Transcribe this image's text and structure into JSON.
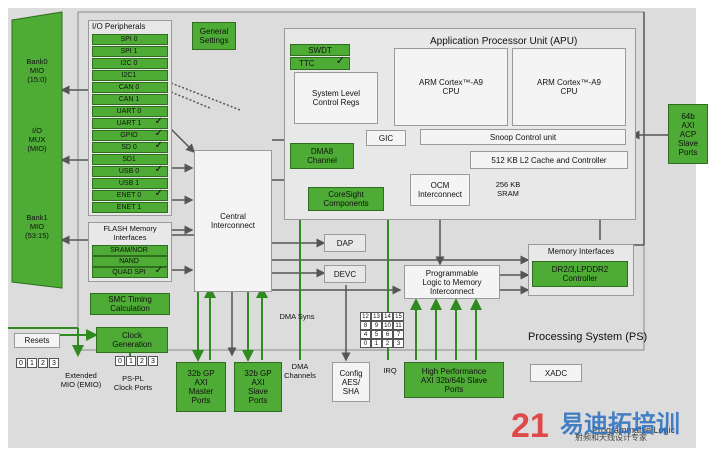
{
  "io_peripherals": {
    "title": "I/O Peripherals",
    "items": [
      "SPI 0",
      "SPI 1",
      "I2C 0",
      "I2C1",
      "CAN 0",
      "CAN 1",
      "UART 0",
      "UART 1",
      "GPIO",
      "SD 0",
      "SD1",
      "USB 0",
      "USB 1",
      "ENET 0",
      "ENET 1"
    ],
    "checked": [
      false,
      false,
      false,
      false,
      false,
      false,
      false,
      true,
      true,
      true,
      false,
      true,
      false,
      true,
      false
    ]
  },
  "mio": {
    "bank0": "Bank0\nMIO\n(15:0)",
    "io_mux": "I/O\nMUX\n(MIO)",
    "bank1": "Bank1\nMIO\n(53:15)"
  },
  "flash": {
    "title": "FLASH Memory\nInterfaces",
    "items": [
      "SRAM/NOR",
      "NAND",
      "QUAD SPI"
    ],
    "checked": [
      false,
      false,
      true
    ]
  },
  "smc": "SMC Timing\nCalculation",
  "resets": "Resets",
  "reset_ports": [
    "0",
    "1",
    "2",
    "3"
  ],
  "extended_mio": "Extended\nMIO (EMIO)",
  "clock_generation": "Clock\nGeneration",
  "clock_ports": [
    "0",
    "1",
    "2",
    "3"
  ],
  "ps_pl_clock": "PS-PL\nClock Ports",
  "general_settings": "General\nSettings",
  "swdt": "SWDT",
  "ttc": "TTC",
  "syslevel": "System Level\nControl Regs",
  "apu": {
    "title": "Application Processor Unit (APU)",
    "cpu0": "ARM Cortex™-A9\nCPU",
    "cpu1": "ARM Cortex™-A9\nCPU",
    "gic": "GIC",
    "scu": "Snoop Control unit",
    "l2": "512 KB L2 Cache and Controller"
  },
  "dma8": "DMA8\nChannel",
  "coresight": "CoreSight\nComponents",
  "ocm": "OCM\nInterconnect",
  "sram": "256 KB\nSRAM",
  "central": "Central\nInterconnect",
  "dap": "DAP",
  "devc": "DEVC",
  "memory_interfaces": "Memory Interfaces",
  "ddr": "DR2/3,LPDDR2\nController",
  "pl_to_mem": "Programmable\nLogic to Memory\nInterconnect",
  "acp": "64b\nAXI\nACP\nSlave\nPorts",
  "processing_system": "Processing System (PS)",
  "dma_syns": "DMA Syns",
  "dma_channels": "DMA\nChannels",
  "irq": "IRQ",
  "irq_grid": [
    "12",
    "13",
    "14",
    "15",
    "8",
    "9",
    "10",
    "11",
    "4",
    "5",
    "6",
    "7",
    "0",
    "1",
    "2",
    "3"
  ],
  "gp_master": "32b GP\nAXI\nMaster\nPorts",
  "gp_slave": "32b GP\nAXI\nSlave\nPorts",
  "config_aes": "Config\nAES/\nSHA",
  "hp_ports": "High Performance\nAXI 32b/64b Slave\nPorts",
  "xadc": "XADC",
  "pl_label": "Programmable Logic",
  "watermark_num": "21",
  "watermark_cn": "易迪拓培训",
  "watermark_cn2": "射频和天线设计专家",
  "colors": {
    "green": "#4eab35",
    "gray": "#dcdcdc",
    "red_circle": "#d02020"
  }
}
